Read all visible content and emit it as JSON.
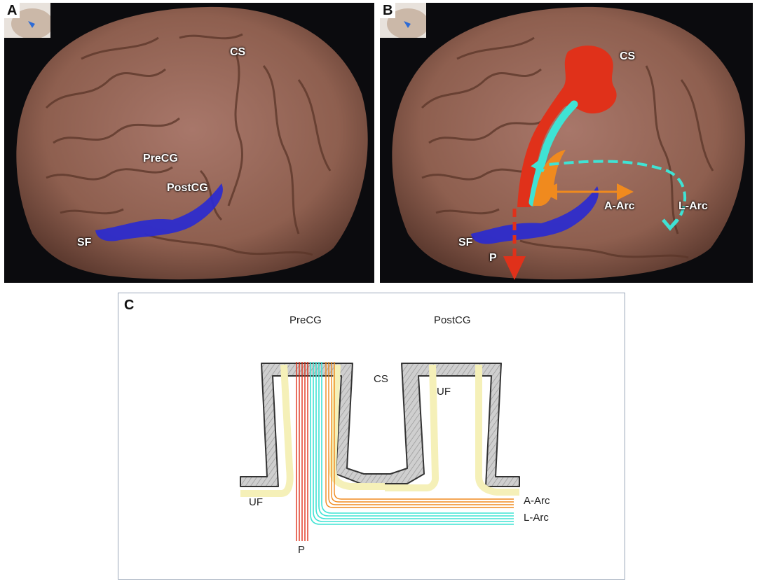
{
  "panel_a": {
    "letter": "A",
    "labels": {
      "cs": "CS",
      "precg": "PreCG",
      "postcg": "PostCG",
      "sf": "SF"
    }
  },
  "panel_b": {
    "letter": "B",
    "labels": {
      "cs": "CS",
      "a_arc": "A-Arc",
      "l_arc": "L-Arc",
      "sf": "SF",
      "p": "P"
    }
  },
  "panel_c": {
    "letter": "C",
    "labels": {
      "precg": "PreCG",
      "postcg": "PostCG",
      "cs": "CS",
      "uf_inner": "UF",
      "uf_left": "UF",
      "a_arc": "A-Arc",
      "l_arc": "L-Arc",
      "p": "P"
    }
  },
  "colors": {
    "brain": "#9a6a58",
    "sylvian_fissure": "#2a2ad0",
    "central_sulcus_fill": "#e0311a",
    "pyramidal": "#e0311a",
    "l_arc": "#3fe3d4",
    "a_arc": "#f08a1e",
    "u_fibers": "#f5f0b8",
    "cortex_gray": "#bdbdbd"
  }
}
